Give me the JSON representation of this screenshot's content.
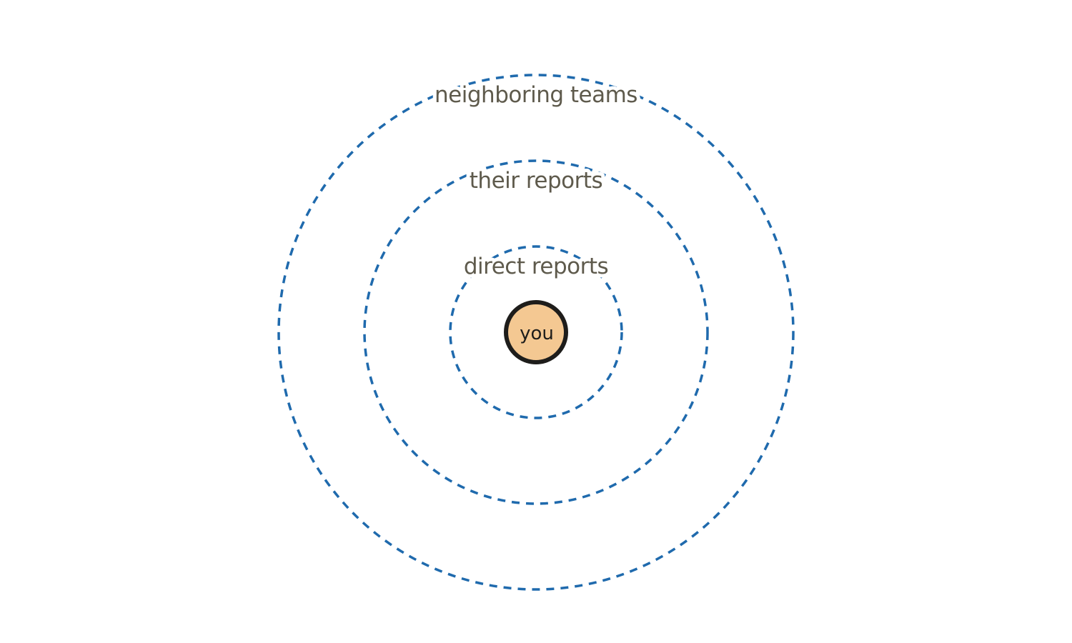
{
  "diagram": {
    "center": {
      "label": "you",
      "fill_color": "#f4c892",
      "stroke_color": "#1e1d1b"
    },
    "rings": [
      {
        "label": "direct reports"
      },
      {
        "label": "their reports"
      },
      {
        "label": "neighboring teams"
      }
    ],
    "colors": {
      "ring_stroke": "#1f6aad",
      "label_text": "#5e5a4c"
    }
  }
}
